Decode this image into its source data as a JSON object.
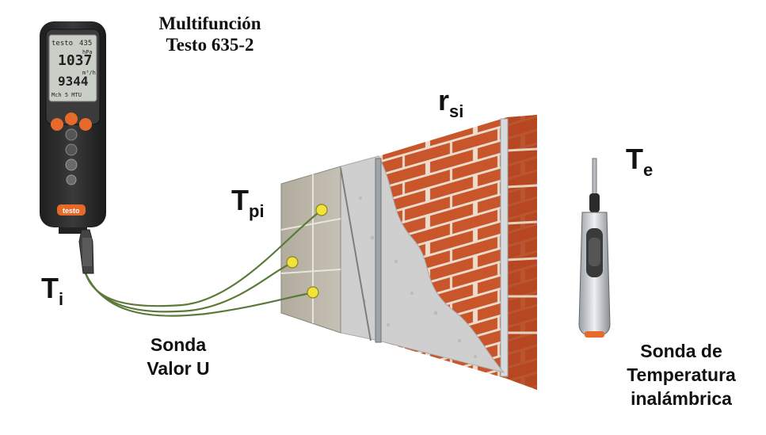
{
  "title": {
    "line1": "Multifunción",
    "line2": "Testo 635-2"
  },
  "symbols": {
    "ti": {
      "base": "T",
      "sub": "i"
    },
    "tpi": {
      "base": "T",
      "sub": "pi"
    },
    "rsi": {
      "base": "r",
      "sub": "si"
    },
    "te": {
      "base": "T",
      "sub": "e"
    }
  },
  "captions": {
    "probe_u": {
      "line1": "Sonda",
      "line2": "Valor U"
    },
    "wireless": {
      "line1": "Sonda de",
      "line2": "Temperatura",
      "line3": "inalámbrica"
    }
  },
  "device": {
    "brand": "testo",
    "model": "435",
    "reading1": "1037",
    "unit1": "hPa",
    "reading2": "9344",
    "unit2": "m³/h",
    "softkeys": "Mch 5 MTU",
    "logo": "testo"
  },
  "colors": {
    "brick": "#c8562a",
    "mortar": "#e9dcd0",
    "plaster": "#cfcfcf",
    "tile": "#b8b3a6",
    "cable": "#5b7a3a",
    "sensor": "#f2e33a",
    "device_body": "#2a2a2a",
    "accent_orange": "#e86a2a"
  }
}
